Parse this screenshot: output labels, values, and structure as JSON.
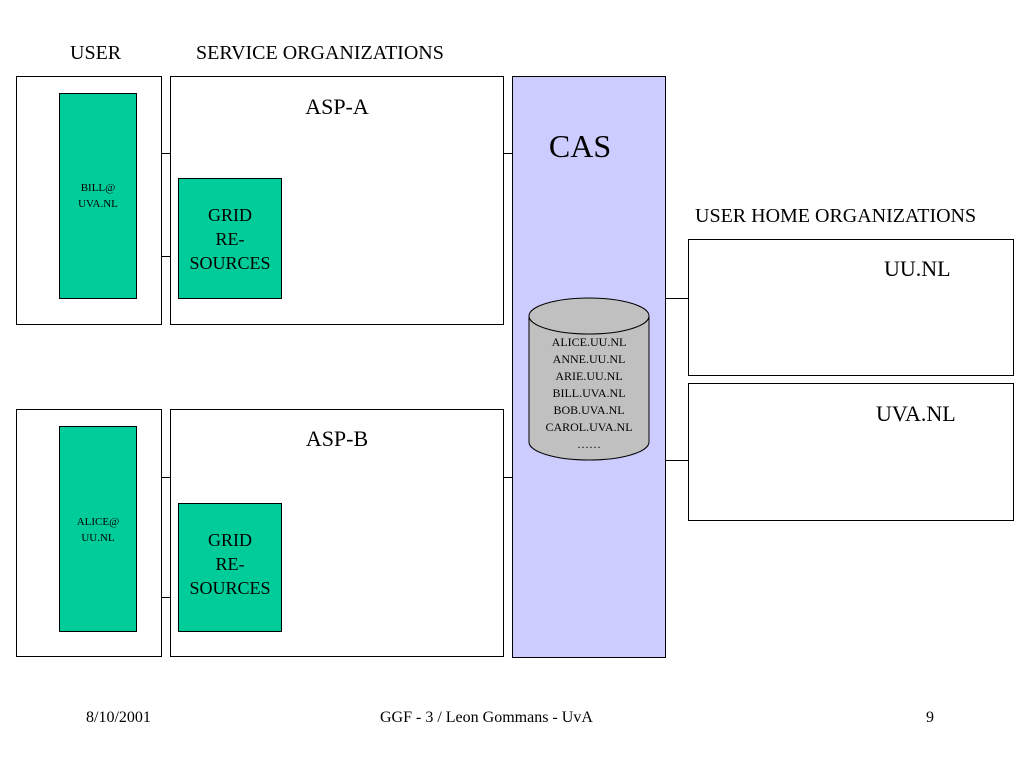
{
  "headers": {
    "user": "USER",
    "service_orgs": "SERVICE ORGANIZATIONS",
    "home_orgs": "USER HOME ORGANIZATIONS"
  },
  "cas": {
    "label": "CAS",
    "accounts": [
      "ALICE.UU.NL",
      "ANNE.UU.NL",
      "ARIE.UU.NL",
      "BILL.UVA.NL",
      "BOB.UVA.NL",
      "CAROL.UVA.NL",
      "……"
    ]
  },
  "top_row": {
    "user": [
      "BILL@",
      "UVA.NL"
    ],
    "asp": "ASP-A",
    "grid": [
      "GRID",
      "RE-",
      "SOURCES"
    ]
  },
  "bottom_row": {
    "user": [
      "ALICE@",
      "UU.NL"
    ],
    "asp": "ASP-B",
    "grid": [
      "GRID",
      "RE-",
      "SOURCES"
    ]
  },
  "home_orgs": {
    "uu": "UU.NL",
    "uva": "UVA.NL"
  },
  "footer": {
    "date": "8/10/2001",
    "title": "GGF - 3 / Leon Gommans - UvA",
    "page": "9"
  },
  "colors": {
    "user_box": "#00cc99",
    "cas_panel": "#ccccff",
    "database": "#c0c0c0"
  }
}
